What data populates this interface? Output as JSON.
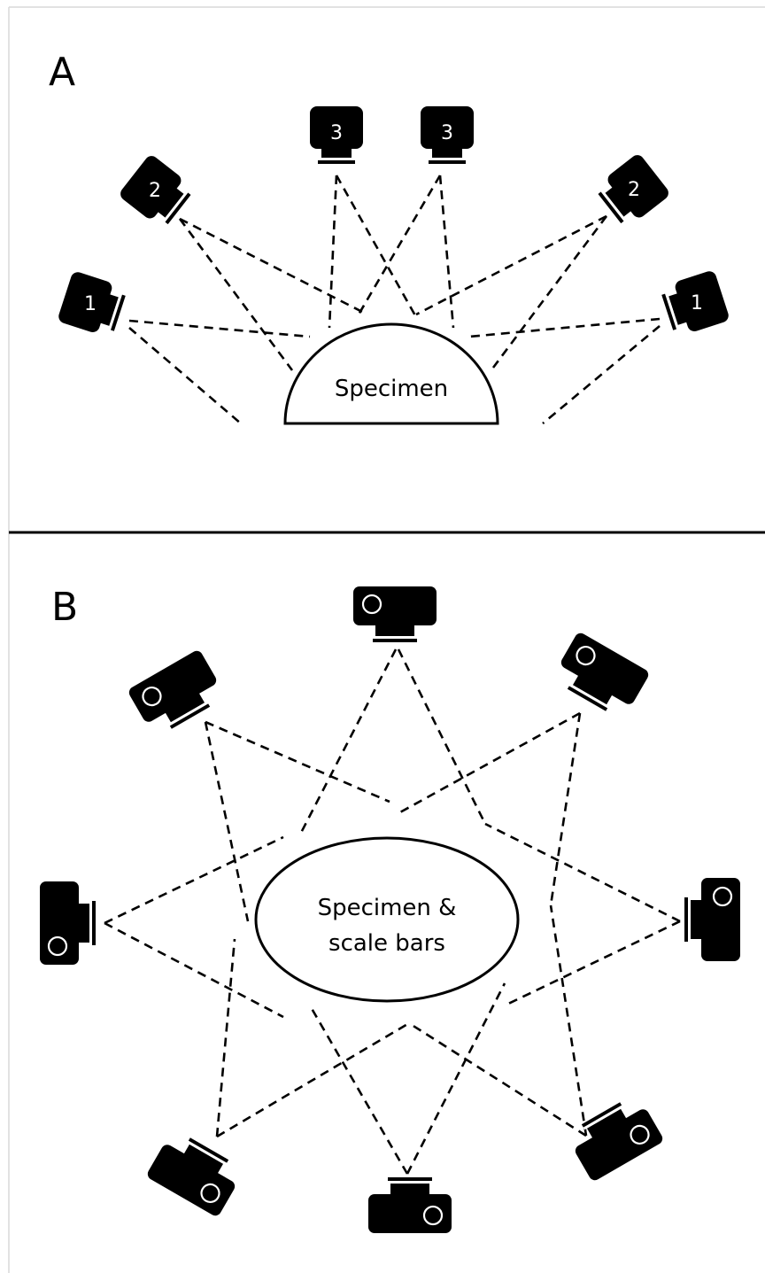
{
  "panel_a": {
    "label": "A",
    "specimen_label": "Specimen",
    "cameras": [
      {
        "id": "a-cam-left-1",
        "number": "1"
      },
      {
        "id": "a-cam-left-2",
        "number": "2"
      },
      {
        "id": "a-cam-left-3",
        "number": "3"
      },
      {
        "id": "a-cam-right-3",
        "number": "3"
      },
      {
        "id": "a-cam-right-2",
        "number": "2"
      },
      {
        "id": "a-cam-right-1",
        "number": "1"
      }
    ]
  },
  "panel_b": {
    "label": "B",
    "specimen_label_line1": "Specimen &",
    "specimen_label_line2": "scale bars",
    "camera_count": 8
  },
  "colors": {
    "ink": "#000000",
    "background": "#ffffff",
    "border": "#d9d9d9"
  },
  "icons": {
    "camera": "camera-icon",
    "lens_circle": "lens-circle-icon"
  }
}
